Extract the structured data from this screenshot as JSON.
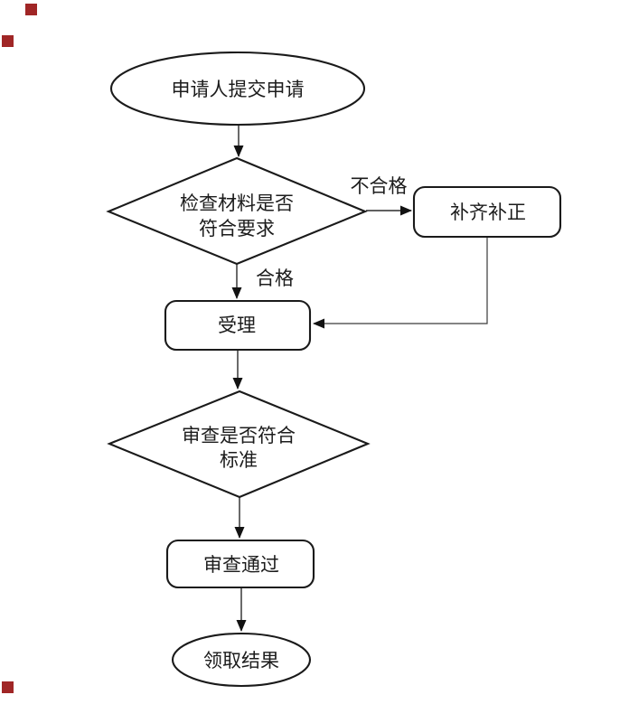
{
  "flowchart": {
    "nodes": {
      "start": {
        "type": "ellipse",
        "label": "申请人提交申请"
      },
      "check": {
        "type": "diamond",
        "line1": "检查材料是否",
        "line2": "符合要求"
      },
      "supplement": {
        "type": "rect",
        "label": "补齐补正"
      },
      "accept": {
        "type": "rect",
        "label": "受理"
      },
      "review": {
        "type": "diamond",
        "line1": "审查是否符合",
        "line2": "标准"
      },
      "pass": {
        "type": "rect",
        "label": "审查通过"
      },
      "result": {
        "type": "ellipse",
        "label": "领取结果"
      }
    },
    "edge_labels": {
      "fail": "不合格",
      "ok": "合格"
    },
    "colors": {
      "shape_stroke": "#1a1a1a",
      "edge_stroke": "#2b2b2b",
      "text": "#1c1c1c",
      "background": "#ffffff",
      "artifact_red": "#a02626"
    }
  }
}
